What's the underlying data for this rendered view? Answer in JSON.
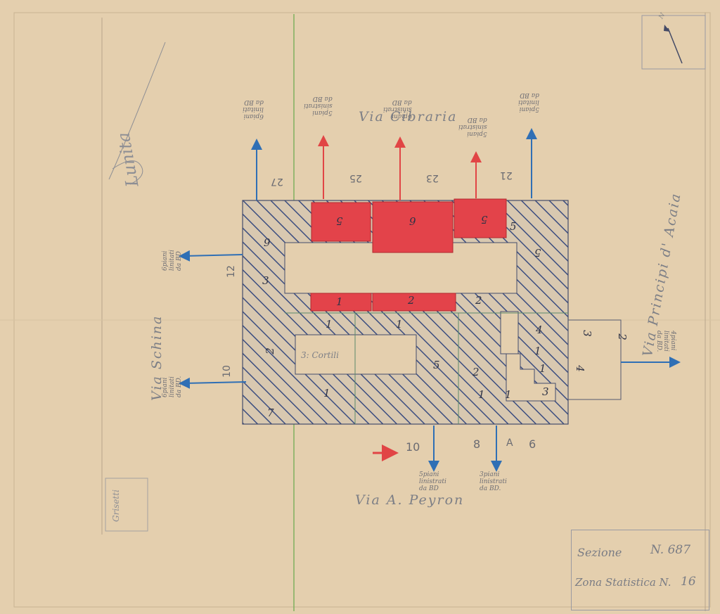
{
  "streets": {
    "north": "Via Cibraria",
    "west": "Via Schina",
    "east": "Via Principi d' Acaia",
    "south": "Via A. Peyron"
  },
  "street_numbers": {
    "north": [
      "27",
      "25",
      "23",
      "21"
    ],
    "west": [
      "12",
      "10"
    ],
    "south": [
      "10",
      "8",
      "A",
      "6"
    ]
  },
  "notes": {
    "n1": "6piani\nlinitati\nda BD",
    "n2": "5piani\nsinistrati\nda BD",
    "n3": "6piani\nsinistrati\nda BD",
    "n4": "5piani\nsinistrati\nda BD",
    "n5": "5piani\nlinitati\nda BD",
    "w1": "6piani\nlinitati\nda BD",
    "w2": "6piani\nlinitati\nda BD.",
    "s1": "5piani\nlinistrati\nda BD",
    "s2": "3piani\nlinistrati\nda BD.",
    "e1": "4piani\nlinitati\nda BD."
  },
  "courtyard_label": "3: Cortili",
  "plan_counts": {
    "red_top": [
      "5",
      "6",
      "5"
    ],
    "red_mid": [
      "1",
      "2"
    ],
    "hatched": [
      "6",
      "3",
      "5",
      "2",
      "1",
      "1",
      "2",
      "5",
      "1",
      "1",
      "1",
      "3",
      "1",
      "5",
      "7",
      "4",
      "1",
      "2",
      "3",
      "2",
      "4"
    ]
  },
  "signature": "Lunita",
  "stamp_text": "Grisetti",
  "compass_label": "N",
  "title_block": {
    "sezione_label": "Sezione",
    "sezione_value": "N. 687",
    "zona_label": "Zona Statistica N.",
    "zona_value": "16"
  },
  "colors": {
    "paper": "#e4cfae",
    "red": "#e3434a",
    "hatch": "#3b4d80",
    "arrow_blue": "#2f6fb5",
    "arrow_red": "#e14545"
  }
}
